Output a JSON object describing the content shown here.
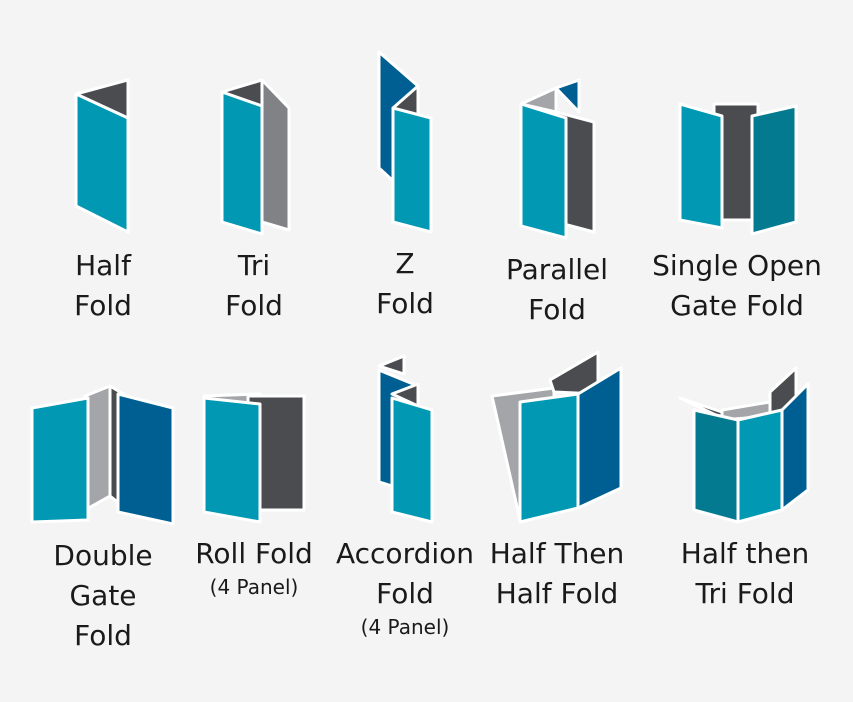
{
  "colors": {
    "teal": "#0198b3",
    "dark_teal": "#037a8f",
    "blue": "#005f92",
    "dark_gray": "#4a4c4f",
    "light_gray": "#a3a5a8",
    "mid_gray": "#808285",
    "outline": "#ffffff",
    "background": "#f4f4f4"
  },
  "folds": [
    {
      "id": "half-fold",
      "label_lines": [
        "Half",
        "Fold"
      ],
      "note": ""
    },
    {
      "id": "tri-fold",
      "label_lines": [
        "Tri",
        "Fold"
      ],
      "note": ""
    },
    {
      "id": "z-fold",
      "label_lines": [
        "Z",
        "Fold"
      ],
      "note": ""
    },
    {
      "id": "parallel-fold",
      "label_lines": [
        "Parallel",
        "Fold"
      ],
      "note": ""
    },
    {
      "id": "single-open-gate-fold",
      "label_lines": [
        "Single Open",
        "Gate Fold"
      ],
      "note": ""
    },
    {
      "id": "double-gate-fold",
      "label_lines": [
        "Double",
        "Gate",
        "Fold"
      ],
      "note": ""
    },
    {
      "id": "roll-fold",
      "label_lines": [
        "Roll Fold"
      ],
      "note": "(4 Panel)"
    },
    {
      "id": "accordion-fold",
      "label_lines": [
        "Accordion",
        "Fold"
      ],
      "note": "(4 Panel)"
    },
    {
      "id": "half-then-half-fold",
      "label_lines": [
        "Half Then",
        "Half Fold"
      ],
      "note": ""
    },
    {
      "id": "half-then-tri-fold",
      "label_lines": [
        "Half then",
        "Tri Fold"
      ],
      "note": ""
    }
  ]
}
